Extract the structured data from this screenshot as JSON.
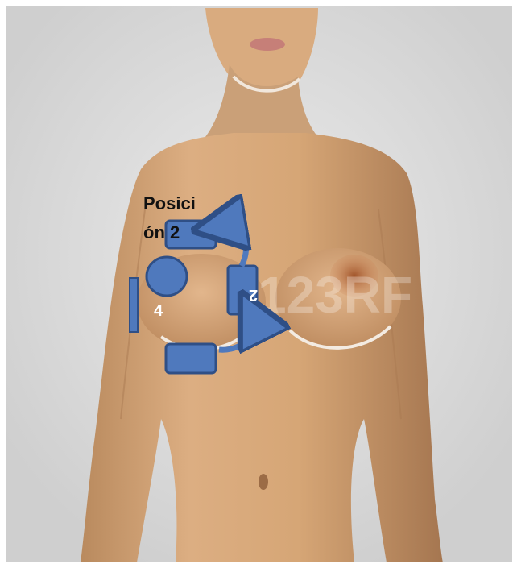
{
  "watermark": "123RF",
  "position_label": {
    "line1": "Posici",
    "line2": "ón 2"
  },
  "markers": {
    "side_number": "4",
    "rotated_number": "2"
  },
  "colors": {
    "marker_fill": "#4f79bd",
    "marker_stroke": "#2f4f86",
    "skin": "#d9a97a",
    "background": "#ffffff"
  }
}
